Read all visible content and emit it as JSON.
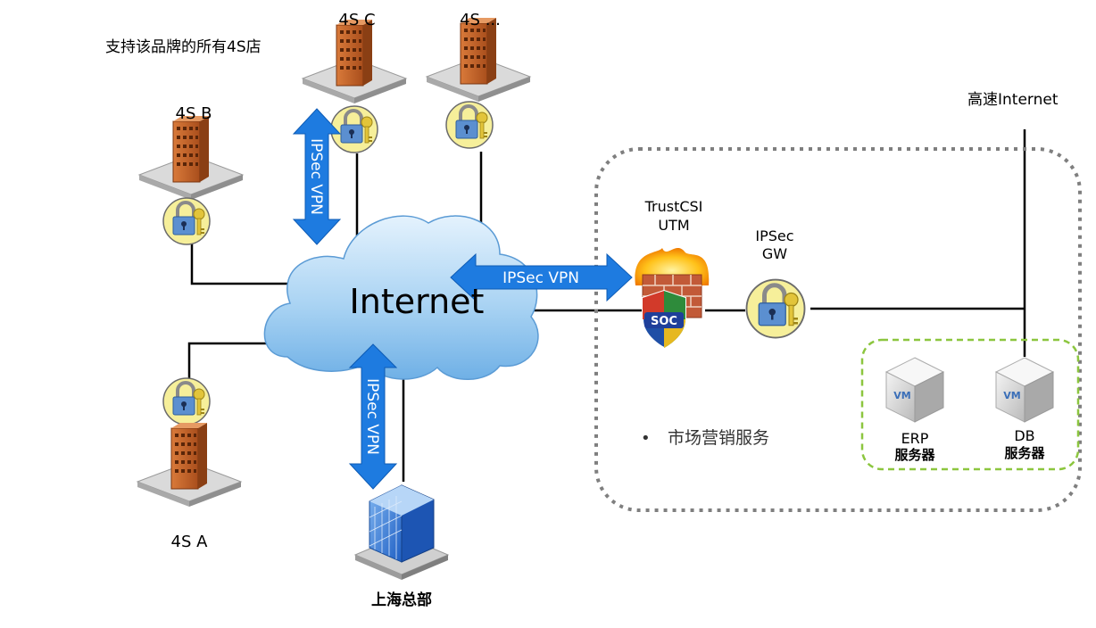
{
  "labels": {
    "support_all": "支持该品牌的所有4S店",
    "store_c": "4S C",
    "store_more": "4S ...",
    "store_b": "4S B",
    "store_a": "4S A",
    "hq": "上海总部",
    "internet": "Internet",
    "vpn_vertical_top": "IPSec VPN",
    "vpn_vertical_bottom": "IPSec VPN",
    "vpn_horizontal": "IPSec VPN",
    "utm_line1": "TrustCSI",
    "utm_line2": "UTM",
    "gw_line1": "IPSec",
    "gw_line2": "GW",
    "soc": "SOC",
    "high_speed": "高速Internet",
    "bullet": "•",
    "market": "市场营销服务",
    "erp_line1": "ERP",
    "erp_line2": "服务器",
    "db_line1": "DB",
    "db_line2": "服务器",
    "vm": "VM"
  },
  "colors": {
    "arrow_blue": "#1e7be0",
    "lock_yellow": "#f6ef9a",
    "building_orange": "#c9642a",
    "cloud_blue": "#8fc4ee",
    "dotted_gray": "#7f7f7f",
    "dashed_green": "#8cc63f"
  },
  "icons": {
    "store": "office-building-icon",
    "lock": "padlock-key-icon",
    "cloud": "cloud-icon",
    "firewall": "firewall-shield-icon",
    "server": "vm-server-cube-icon",
    "hq": "glass-tower-icon"
  }
}
